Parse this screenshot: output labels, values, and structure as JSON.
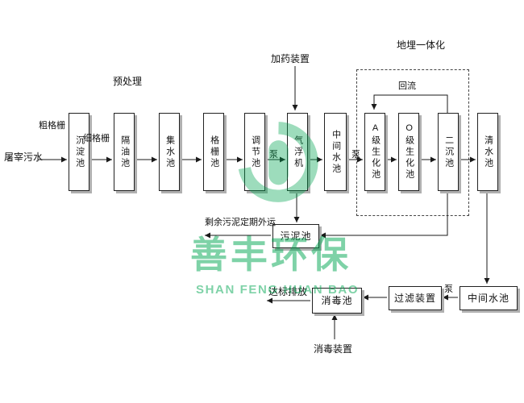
{
  "diagram": {
    "source_label": "屠宰污水",
    "screen_labels": {
      "coarse": "粗格栅",
      "fine": "细格栅"
    },
    "section_labels": {
      "pretreatment": "预处理",
      "dosing_device": "加药装置",
      "buried_integration": "地埋一体化",
      "reflux": "回流"
    },
    "pump_label": "泵",
    "notes": {
      "sludge_out": "剩余污泥定期外运",
      "discharge": "达标排放",
      "disinfection_device": "消毒装置"
    },
    "tanks": {
      "sedimentation": "沉淀池",
      "oil_separation": "隔油池",
      "water_collection": "集水池",
      "screen_tank": "格栅池",
      "regulation": "调节池",
      "air_flotation": "气浮机",
      "intermediate_upper": "中间水池",
      "a_biochemical": "A级生化池",
      "o_biochemical": "O级生化池",
      "secondary_sedimentation": "二沉池",
      "clean_water": "清水池",
      "sludge": "污泥池",
      "intermediate_lower": "中间水池",
      "filter_device": "过滤装置",
      "disinfection": "消毒池"
    }
  },
  "watermark": {
    "company_cn": "善丰环保",
    "company_en": "SHAN FENG HUAN BAO",
    "color": "#00a651"
  }
}
